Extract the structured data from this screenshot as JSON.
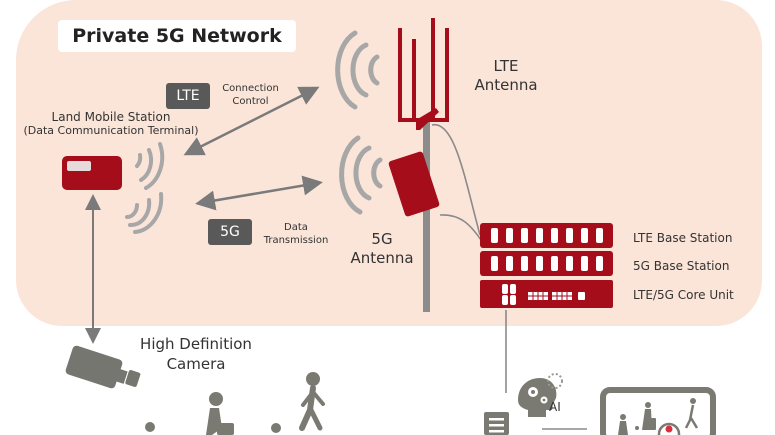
{
  "title": "Private 5G Network",
  "colors": {
    "panel_bg": "#fbe5d9",
    "brand_red": "#a50d1b",
    "gray_icon": "#7a7a72",
    "badge_bg": "#595959"
  },
  "labels": {
    "land_mobile_station_line1": "Land Mobile Station",
    "land_mobile_station_line2": "(Data Communication Terminal)",
    "lte_badge": "LTE",
    "connection_control_line1": "Connection",
    "connection_control_line2": "Control",
    "fiveg_badge": "5G",
    "data_transmission_line1": "Data",
    "data_transmission_line2": "Transmission",
    "lte_antenna_line1": "LTE",
    "lte_antenna_line2": "Antenna",
    "fiveg_antenna_line1": "5G",
    "fiveg_antenna_line2": "Antenna",
    "hd_camera_line1": "High Definition",
    "hd_camera_line2": "Camera",
    "ai": "AI"
  },
  "equipment": [
    {
      "label": "LTE Base Station"
    },
    {
      "label": "5G Base Station"
    },
    {
      "label": "LTE/5G Core Unit"
    }
  ]
}
